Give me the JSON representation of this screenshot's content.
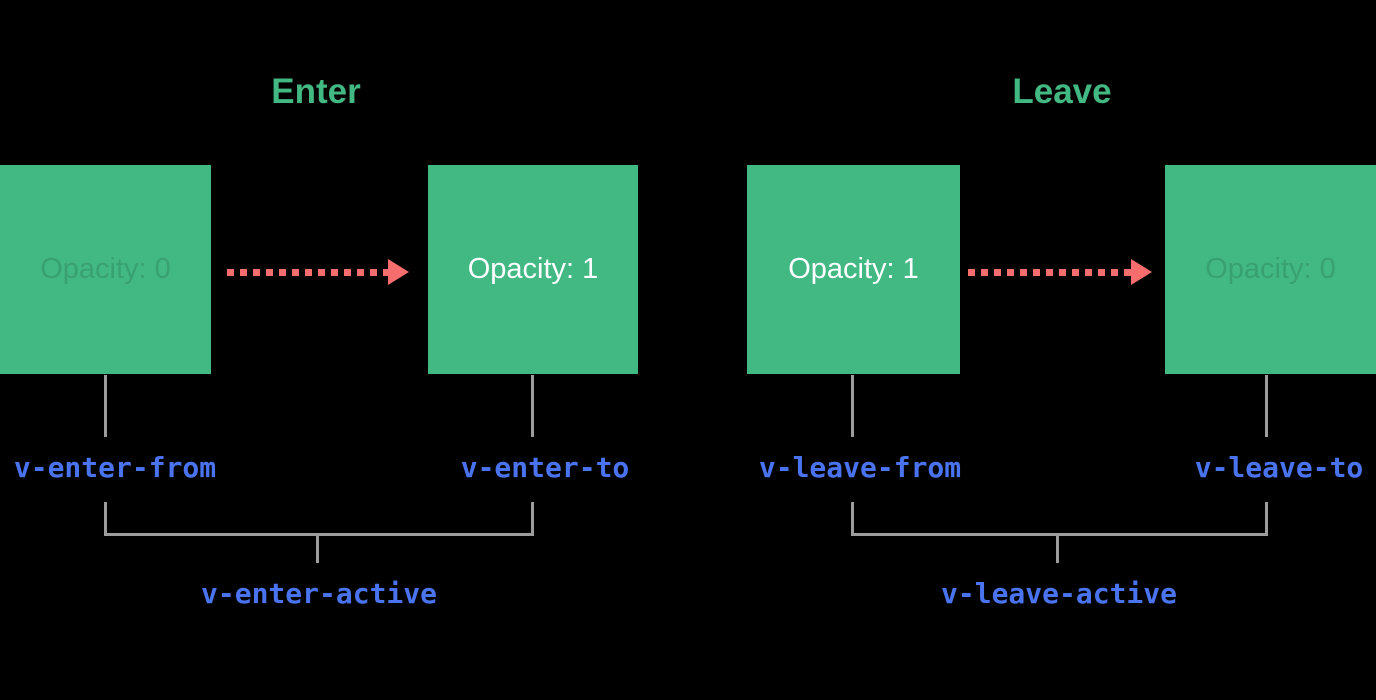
{
  "colors": {
    "background": "#000000",
    "box_green": "#42b883",
    "heading_green": "#42b883",
    "arrow_red": "#f66d6d",
    "line_gray": "#9c9c9c",
    "class_label_blue": "#4a73f0",
    "box_text_white": "#ffffff",
    "box_text_faded": "rgba(0,0,0,0.13)"
  },
  "enter": {
    "title": "Enter",
    "from_box": {
      "text": "Opacity: 0",
      "state": "faded"
    },
    "to_box": {
      "text": "Opacity: 1",
      "state": "solid"
    },
    "classes": {
      "from": "v-enter-from",
      "to": "v-enter-to",
      "active": "v-enter-active"
    }
  },
  "leave": {
    "title": "Leave",
    "from_box": {
      "text": "Opacity: 1",
      "state": "solid"
    },
    "to_box": {
      "text": "Opacity: 0",
      "state": "faded"
    },
    "classes": {
      "from": "v-leave-from",
      "to": "v-leave-to",
      "active": "v-leave-active"
    }
  }
}
